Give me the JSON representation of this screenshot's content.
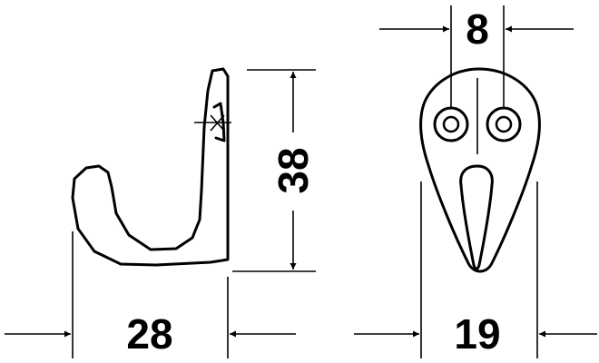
{
  "dimensions": {
    "width_label": "28",
    "height_label": "38",
    "hole_spacing_label": "8",
    "front_width_label": "19"
  },
  "colors": {
    "line": "#000000",
    "background": "#ffffff"
  }
}
